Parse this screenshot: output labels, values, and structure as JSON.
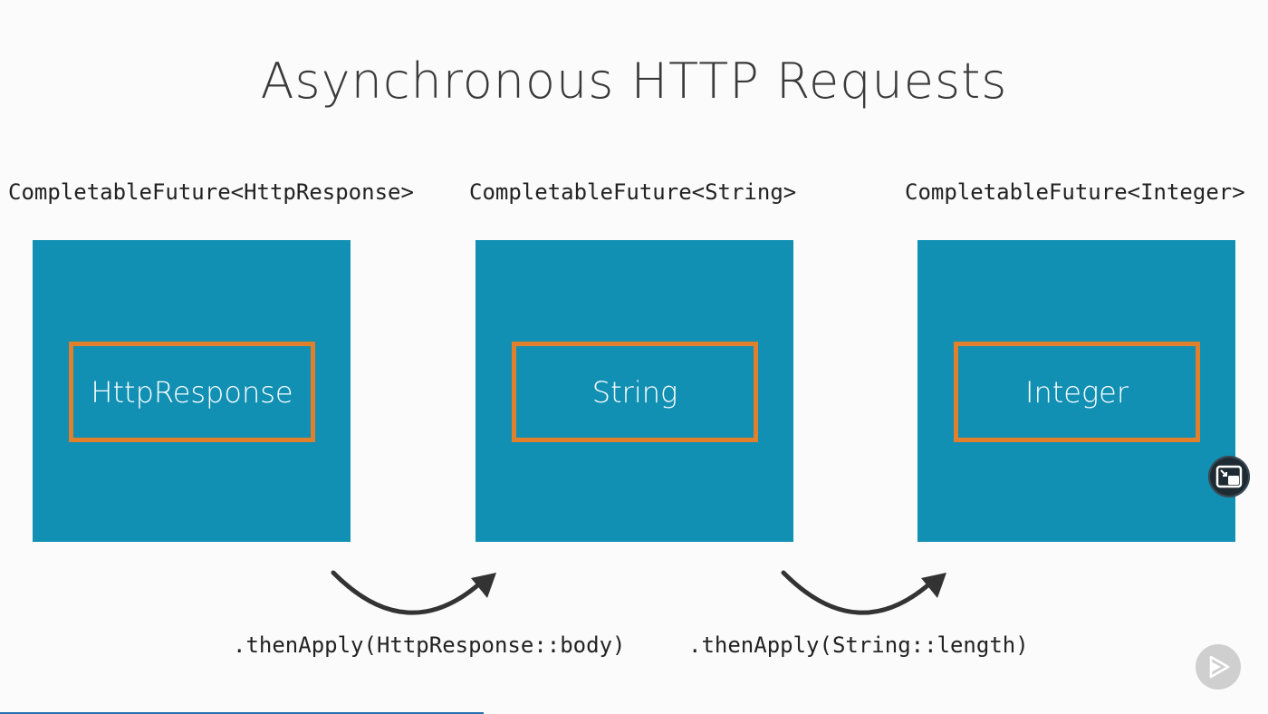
{
  "title": "Asynchronous HTTP Requests",
  "stages": [
    {
      "type_label": "CompletableFuture<HttpResponse>",
      "inner_label": "HttpResponse"
    },
    {
      "type_label": "CompletableFuture<String>",
      "inner_label": "String"
    },
    {
      "type_label": "CompletableFuture<Integer>",
      "inner_label": "Integer"
    }
  ],
  "transitions": [
    {
      "label": ".thenApply(HttpResponse::body)"
    },
    {
      "label": ".thenApply(String::length)"
    }
  ],
  "colors": {
    "box_fill": "#1190b4",
    "inner_border": "#e07f2c",
    "arrow": "#333333"
  },
  "controls": {
    "pip_icon": "picture-in-picture-icon",
    "play_icon": "play-icon"
  }
}
